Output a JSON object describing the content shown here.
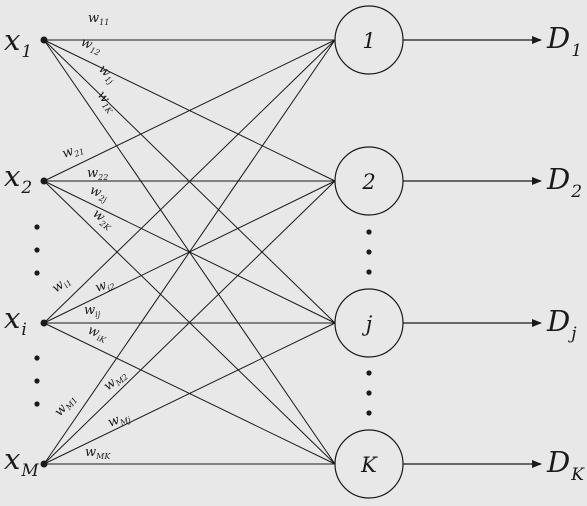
{
  "diagram": {
    "inputs": [
      {
        "base": "x",
        "sub": "1"
      },
      {
        "base": "x",
        "sub": "2"
      },
      {
        "base": "x",
        "sub": "i"
      },
      {
        "base": "x",
        "sub": "M"
      }
    ],
    "nodes": [
      "1",
      "2",
      "j",
      "K"
    ],
    "outputs": [
      {
        "base": "D",
        "sub": "1"
      },
      {
        "base": "D",
        "sub": "2"
      },
      {
        "base": "D",
        "sub": "j"
      },
      {
        "base": "D",
        "sub": "K"
      }
    ],
    "weights": [
      [
        {
          "base": "w",
          "sub": "11"
        },
        {
          "base": "w",
          "sub": "12"
        },
        {
          "base": "w",
          "sub": "1j"
        },
        {
          "base": "w",
          "sub": "1K"
        }
      ],
      [
        {
          "base": "w",
          "sub": "21"
        },
        {
          "base": "w",
          "sub": "22"
        },
        {
          "base": "w",
          "sub": "2j"
        },
        {
          "base": "w",
          "sub": "2K"
        }
      ],
      [
        {
          "base": "w",
          "sub": "i1"
        },
        {
          "base": "w",
          "sub": "i2"
        },
        {
          "base": "w",
          "sub": "ij"
        },
        {
          "base": "w",
          "sub": "iK"
        }
      ],
      [
        {
          "base": "w",
          "sub": "M1"
        },
        {
          "base": "w",
          "sub": "M2"
        },
        {
          "base": "w",
          "sub": "Mj"
        },
        {
          "base": "w",
          "sub": "MK"
        }
      ]
    ],
    "colors": {
      "background": "#e8e8e8",
      "stroke": "#1a1a1a"
    }
  }
}
